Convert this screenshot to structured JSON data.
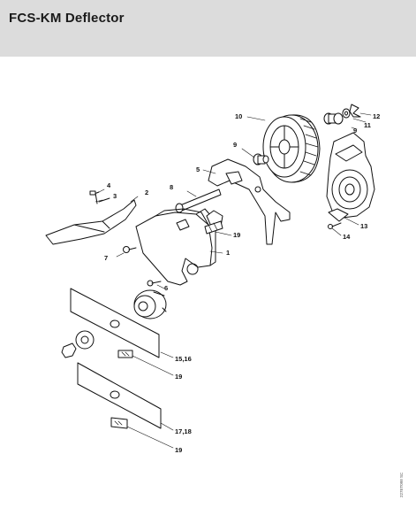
{
  "header": {
    "title": "FCS-KM Deflector"
  },
  "diagram": {
    "callouts": {
      "c1": "1",
      "c2": "2",
      "c3": "3",
      "c4": "4",
      "c5": "5",
      "c6": "6",
      "c7": "7",
      "c8": "8",
      "c9a": "9",
      "c9b": "9",
      "c10": "10",
      "c11": "11",
      "c12": "12",
      "c13": "13",
      "c14": "14",
      "c15_16": "15,16",
      "c17_18": "17,18",
      "c19a": "19",
      "c19b": "19",
      "c19c": "19"
    },
    "drawing_code": "227ET098 SC"
  }
}
